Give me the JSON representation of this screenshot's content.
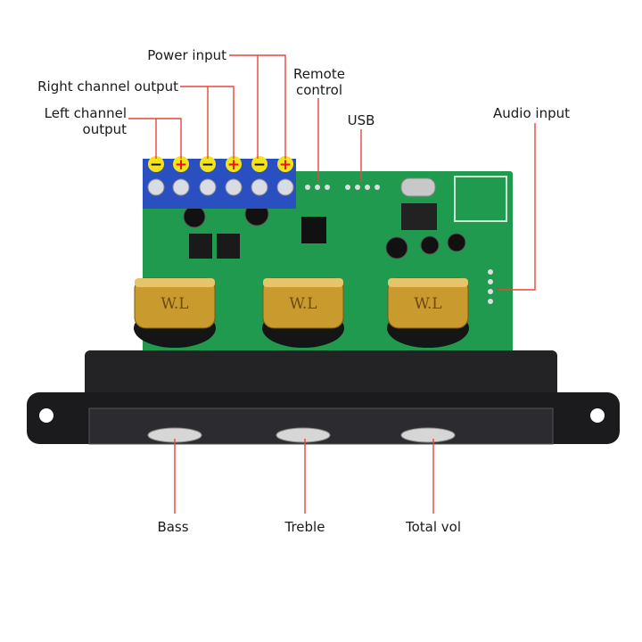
{
  "labels": {
    "power_input": "Power input",
    "right_channel_output": "Right channel output",
    "left_channel_output_1": "Left channel",
    "left_channel_output_2": "output",
    "remote_control_1": "Remote",
    "remote_control_2": "control",
    "usb": "USB",
    "audio_input": "Audio input",
    "bass": "Bass",
    "treble": "Treble",
    "total_vol": "Total vol"
  },
  "terminals": [
    "−",
    "+",
    "−",
    "+",
    "−",
    "+"
  ],
  "knob_brand": "W.L",
  "colors": {
    "leader_line": "#e8453c",
    "pcb": "#1f9a4e",
    "terminal_block": "#2a4fc0",
    "terminal_marker": "#f5e31a",
    "knob": "#c99a2e",
    "panel": "#1b1b1d"
  }
}
